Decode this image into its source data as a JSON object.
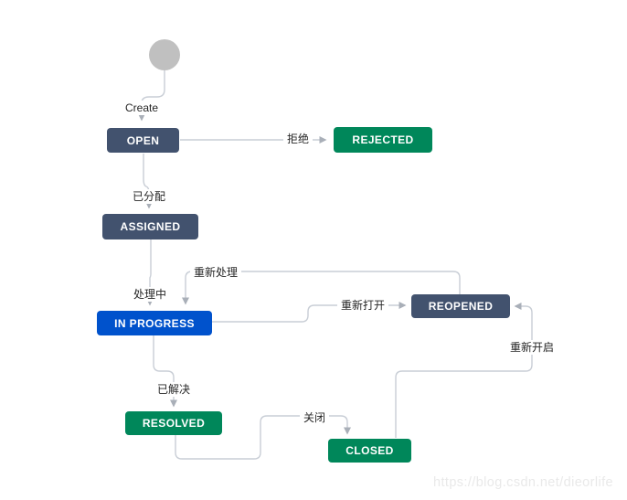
{
  "diagram": {
    "title": "issue-workflow-diagram",
    "watermark": "https://blog.csdn.net/dieorlife",
    "start_node": {
      "name": "start",
      "shape": "circle"
    },
    "statuses": [
      {
        "id": "open",
        "label": "OPEN",
        "color": "#42526E"
      },
      {
        "id": "rejected",
        "label": "REJECTED",
        "color": "#00875A"
      },
      {
        "id": "assigned",
        "label": "ASSIGNED",
        "color": "#42526E"
      },
      {
        "id": "in_progress",
        "label": "IN PROGRESS",
        "color": "#0052CC"
      },
      {
        "id": "reopened",
        "label": "REOPENED",
        "color": "#42526E"
      },
      {
        "id": "resolved",
        "label": "RESOLVED",
        "color": "#00875A"
      },
      {
        "id": "closed",
        "label": "CLOSED",
        "color": "#00875A"
      }
    ],
    "transitions": [
      {
        "id": "create",
        "label": "Create",
        "from": "start",
        "to": "open"
      },
      {
        "id": "reject",
        "label": "拒绝",
        "from": "open",
        "to": "rejected"
      },
      {
        "id": "assign",
        "label": "已分配",
        "from": "open",
        "to": "assigned"
      },
      {
        "id": "start_progress",
        "label": "处理中",
        "from": "assigned",
        "to": "in_progress"
      },
      {
        "id": "reprocess",
        "label": "重新处理",
        "from": "reopened",
        "to": "in_progress"
      },
      {
        "id": "reopen",
        "label": "重新打开",
        "from": "in_progress",
        "to": "reopened"
      },
      {
        "id": "reopen_from_closed",
        "label": "重新开启",
        "from": "closed",
        "to": "reopened"
      },
      {
        "id": "resolve",
        "label": "已解决",
        "from": "in_progress",
        "to": "resolved"
      },
      {
        "id": "close",
        "label": "关闭",
        "from": "resolved",
        "to": "closed"
      }
    ],
    "colors": {
      "status_slate": "#42526E",
      "status_green": "#00875A",
      "status_blue": "#0052CC",
      "connector": "#C9CED6",
      "arrowhead": "#A9AFB8",
      "label_text": "#262626",
      "status_text": "#FFFFFF",
      "start_fill": "#C0C0C0",
      "watermark": "#E9E9E9",
      "background": "#FFFFFF"
    }
  }
}
